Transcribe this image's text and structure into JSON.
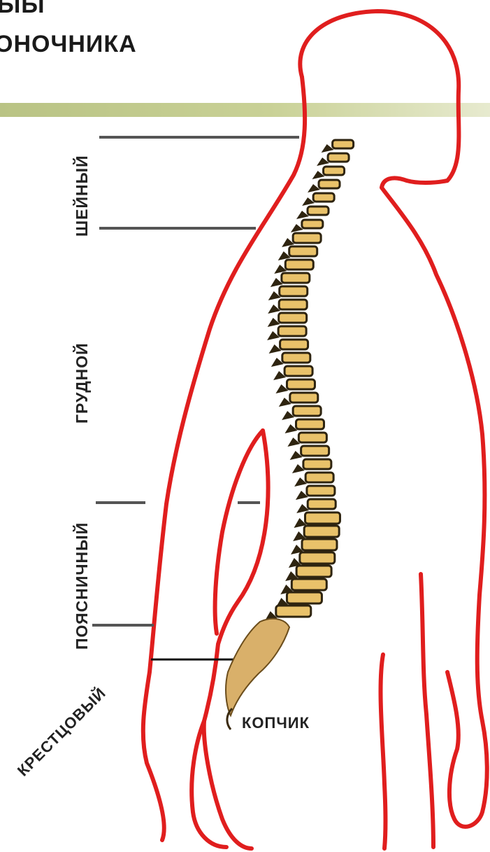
{
  "title": {
    "line1": "ЫЫ",
    "line2": "ОНОЧНИКА"
  },
  "sections": {
    "cervical": "ШЕЙНЫЙ",
    "thoracic": "ГРУДНОЙ",
    "lumbar": "ПОЯСНИЧНЫЙ",
    "sacral": "КРЕСТЦОВЫЙ",
    "coccyx": "КОПЧИК"
  },
  "colors": {
    "outline": "#e01e1e",
    "accent_bar": "#c2ca8c",
    "vertebra": "#e9c26a",
    "vertebra_shadow": "#2e2410",
    "sacrum": "#d9b06a",
    "leader_line": "#555555"
  }
}
